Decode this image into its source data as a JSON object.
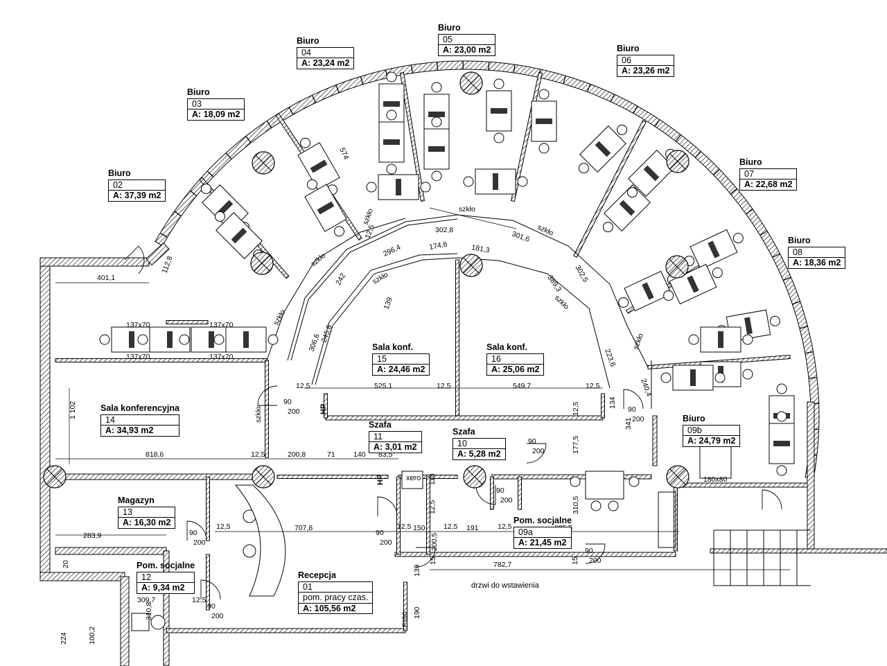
{
  "rooms": [
    {
      "id": "05",
      "name": "Biuro",
      "number": "05",
      "area": "A: 23,00 m2"
    },
    {
      "id": "04",
      "name": "Biuro",
      "number": "04",
      "area": "A: 23,24 m2"
    },
    {
      "id": "06",
      "name": "Biuro",
      "number": "06",
      "area": "A: 23,26 m2"
    },
    {
      "id": "03",
      "name": "Biuro",
      "number": "03",
      "area": "A: 18,09 m2"
    },
    {
      "id": "02",
      "name": "Biuro",
      "number": "02",
      "area": "A: 37,39 m2"
    },
    {
      "id": "07",
      "name": "Biuro",
      "number": "07",
      "area": "A: 22,68 m2"
    },
    {
      "id": "08",
      "name": "Biuro",
      "number": "08",
      "area": "A: 18,36 m2"
    },
    {
      "id": "09b",
      "name": "Biuro",
      "number": "09b",
      "area": "A: 24,79 m2"
    },
    {
      "id": "15",
      "name": "Sala konf.",
      "number": "15",
      "area": "A: 24,46 m2"
    },
    {
      "id": "16",
      "name": "Sala konf.",
      "number": "16",
      "area": "A: 25,06 m2"
    },
    {
      "id": "14",
      "name": "Sala konferencyjna",
      "number": "14",
      "area": "A: 34,93 m2"
    },
    {
      "id": "11",
      "name": "Szafa",
      "number": "11",
      "area": "A: 3,01 m2"
    },
    {
      "id": "10",
      "name": "Szafa",
      "number": "10",
      "area": "A: 5,28 m2"
    },
    {
      "id": "13",
      "name": "Magazyn",
      "number": "13",
      "area": "A: 16,30 m2"
    },
    {
      "id": "12",
      "name": "Pom. socjalne",
      "number": "12",
      "area": "A: 9,34 m2"
    },
    {
      "id": "01",
      "name": "Recepcja",
      "number": "01",
      "subtitle": "pom. pracy czas.",
      "area": "A: 105,56 m2"
    },
    {
      "id": "09a",
      "name": "Pom. socjalne",
      "number": "09a",
      "area": "A: 21,45 m2"
    }
  ],
  "dimensions": [
    "401,1",
    "112,8",
    "1 102",
    "818,6",
    "12,5",
    "200,8",
    "71",
    "140",
    "83,5",
    "283,9",
    "20",
    "12,5",
    "707,8",
    "12,5",
    "150",
    "200,5",
    "12,5",
    "191",
    "12,5",
    "695,5",
    "782,7",
    "139",
    "190",
    "15",
    "15",
    "309,7",
    "310,8",
    "12,5",
    "224",
    "100,2",
    "12,5",
    "525,1",
    "12,5",
    "549,7",
    "12,5",
    "134",
    "341",
    "177,5",
    "12,5",
    "310,5",
    "110",
    "12,5",
    "302,8",
    "174,6",
    "181,3",
    "301,6",
    "296,4",
    "12,5",
    "574",
    "302,5",
    "389,3",
    "223,6",
    "240,4",
    "306,6",
    "245,6",
    "139",
    "242"
  ],
  "door_labels": [
    "90",
    "200"
  ],
  "glass_label": "szkło",
  "labels": {
    "xero": "xero",
    "hp": "HP",
    "fire_rating": "EI30",
    "door_note": "drzwi do wstawienia",
    "desk_size": "137x70",
    "table_size": "180x80"
  }
}
